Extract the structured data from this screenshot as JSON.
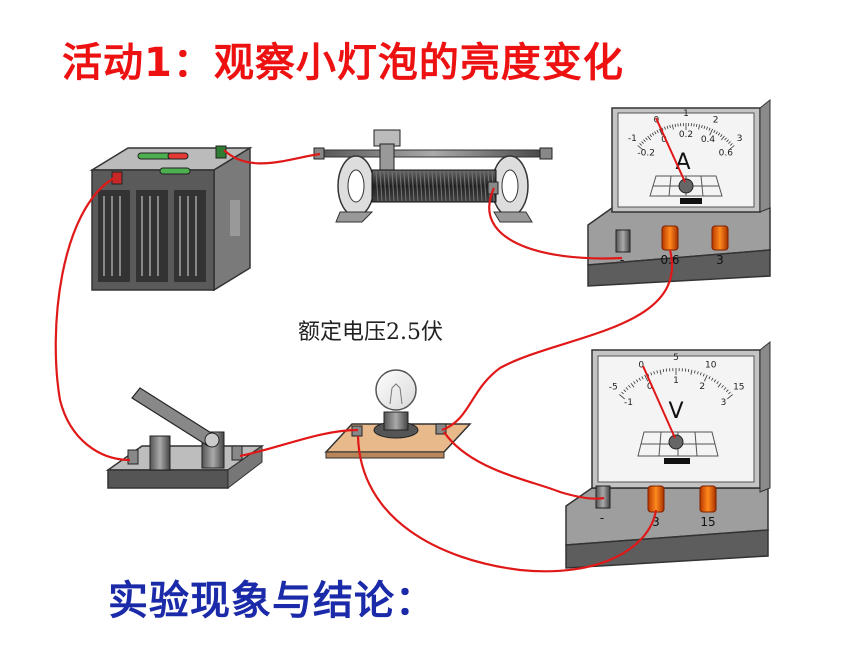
{
  "title": "活动1：观察小灯泡的亮度变化",
  "rated_label": "额定电压2.5伏",
  "conclusion_label": "实验现象与结论：",
  "ammeter": {
    "unit": "A",
    "outer_scale": [
      "-1",
      "0",
      "1",
      "2",
      "3"
    ],
    "inner_scale": [
      "-0.2",
      "0",
      "0.2",
      "0.4",
      "0.6"
    ],
    "terminals": [
      "-",
      "0.6",
      "3"
    ]
  },
  "voltmeter": {
    "unit": "V",
    "outer_scale": [
      "-5",
      "0",
      "5",
      "10",
      "15"
    ],
    "inner_scale": [
      "-1",
      "0",
      "1",
      "2",
      "3"
    ],
    "terminals": [
      "-",
      "3",
      "15"
    ]
  },
  "colors": {
    "title": "#ee1111",
    "conclusion": "#1a2aa8",
    "wire": "#e01818",
    "base_board": "#e8b98a"
  },
  "components": [
    "battery-icon",
    "rheostat-icon",
    "ammeter-icon",
    "switch-icon",
    "bulb-icon",
    "voltmeter-icon"
  ]
}
